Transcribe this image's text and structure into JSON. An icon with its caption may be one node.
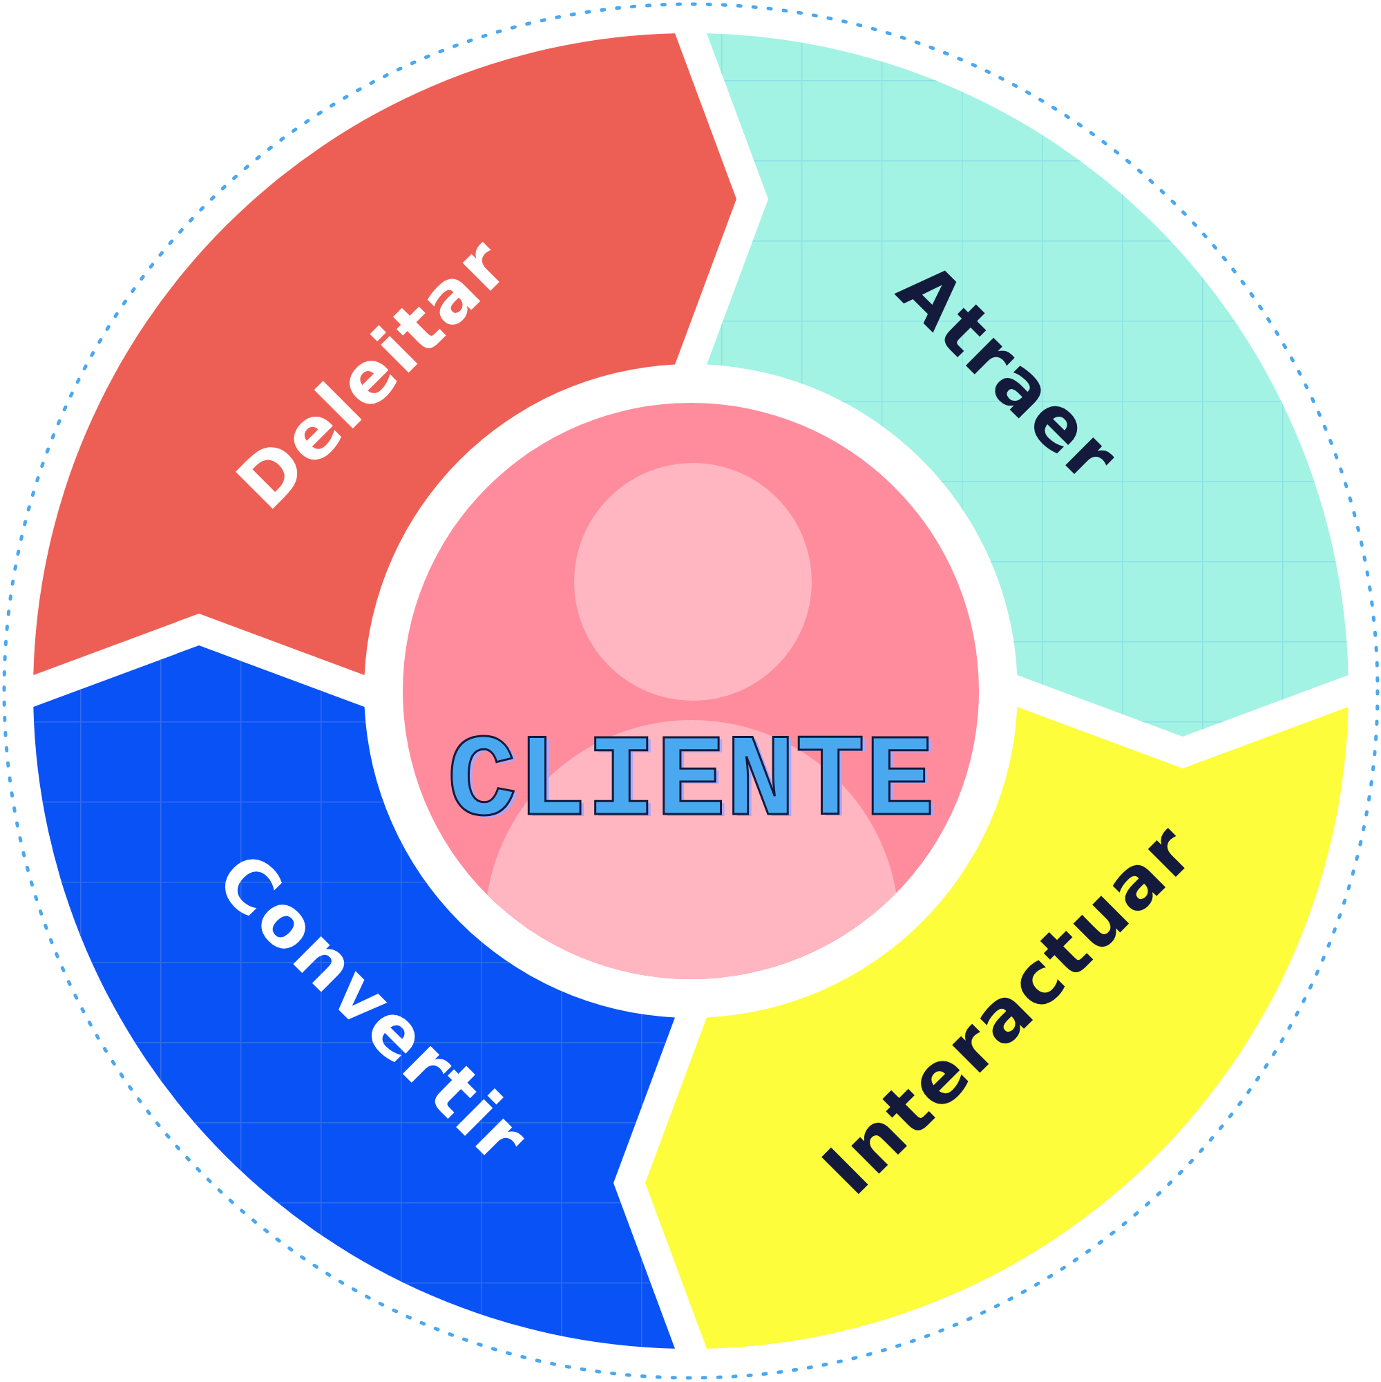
{
  "diagram": {
    "nodes": [
      {
        "text": [
          "Deleitar"
        ]
      },
      {
        "text": [
          "Atraer"
        ]
      },
      {
        "text": [
          "CLIENTE"
        ]
      },
      {
        "text": [
          "Convertir"
        ]
      },
      {
        "text": [
          "Interactuar"
        ]
      }
    ]
  }
}
